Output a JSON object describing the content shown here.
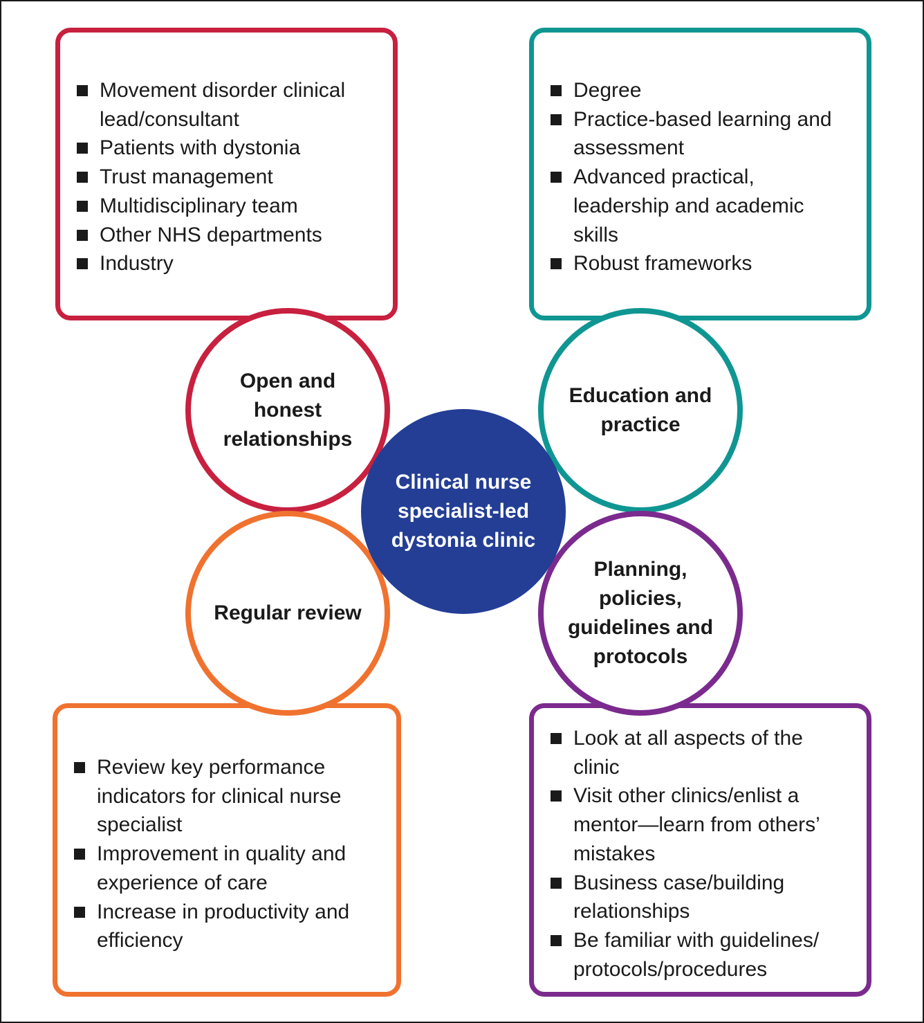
{
  "colors": {
    "red": "#c8203f",
    "teal": "#0f9693",
    "orange": "#f0722f",
    "purple": "#7b2a8e",
    "navy": "#233e94"
  },
  "center": {
    "label": "Clinical nurse specialist-led dystonia clinic"
  },
  "circles": {
    "relationships": "Open and honest relationships",
    "education": "Education and practice",
    "review": "Regular review",
    "planning": "Planning, policies, guidelines and protocols"
  },
  "boxes": {
    "relationships": [
      "Movement disorder clinical lead/consultant",
      "Patients with dystonia",
      "Trust management",
      "Multidisciplinary team",
      "Other NHS departments",
      "Industry"
    ],
    "education": [
      "Degree",
      "Practice-based learning and assessment",
      "Advanced practical, leadership and academic skills",
      "Robust frameworks"
    ],
    "review": [
      "Review key performance indicators for clinical nurse specialist",
      "Improvement in quality and experience of care",
      "Increase in productivity and efficiency"
    ],
    "planning": [
      "Look at all aspects of the clinic",
      "Visit other clinics/enlist a mentor—learn from others’ mistakes",
      "Business case/building relationships",
      "Be familiar with guidelines/ protocols/procedures"
    ]
  }
}
